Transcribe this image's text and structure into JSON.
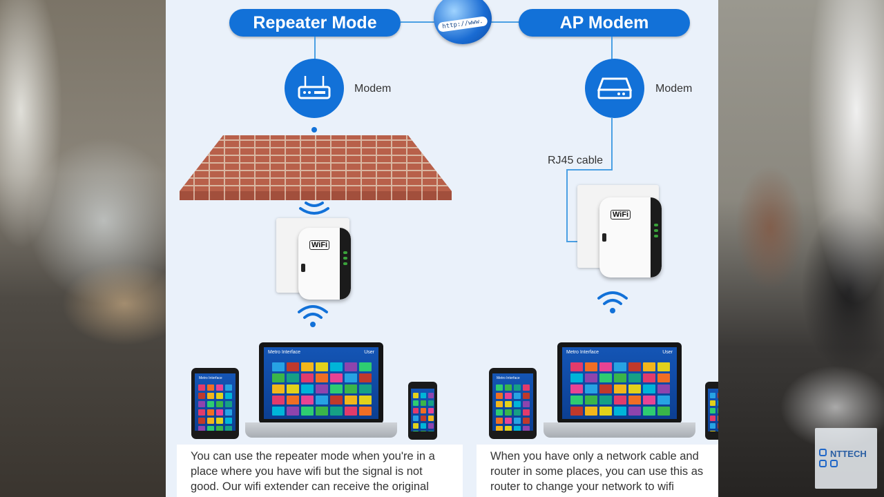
{
  "diagram": {
    "repeater_title": "Repeater Mode",
    "ap_title": "AP Modem",
    "globe_url": "http://www.",
    "left_modem_label": "Modem",
    "right_modem_label": "Modem",
    "cable_label": "RJ45 cable",
    "extender_logo": "WiFi",
    "screen_title": "Metro Interface",
    "screen_user": "User",
    "repeater_desc": "You can use the repeater mode when you're in a place where you have wifi but the signal is not good. Our wifi extender can receive the original",
    "ap_desc": "When you have only a network cable and router in some places, you can use this as router to change your network to wifi"
  },
  "watermark": {
    "text": "NTTECH"
  },
  "colors": {
    "accent": "#1271d8",
    "line": "#4a9fe3",
    "panel": "#eaf1fa",
    "brick": "#b8604a",
    "tile_palette": [
      "#e23b6b",
      "#f2b61b",
      "#3ab54a",
      "#27a3e3",
      "#8e44ad",
      "#f06e24",
      "#e2d11b",
      "#16a085",
      "#c0392b",
      "#2ecc71",
      "#e84393",
      "#00b5d8"
    ]
  },
  "icons": [
    "globe-icon",
    "router-icon",
    "modem-icon",
    "wifi-signal-icon",
    "wifi-extender-icon",
    "laptop-icon",
    "tablet-icon",
    "phone-icon"
  ]
}
